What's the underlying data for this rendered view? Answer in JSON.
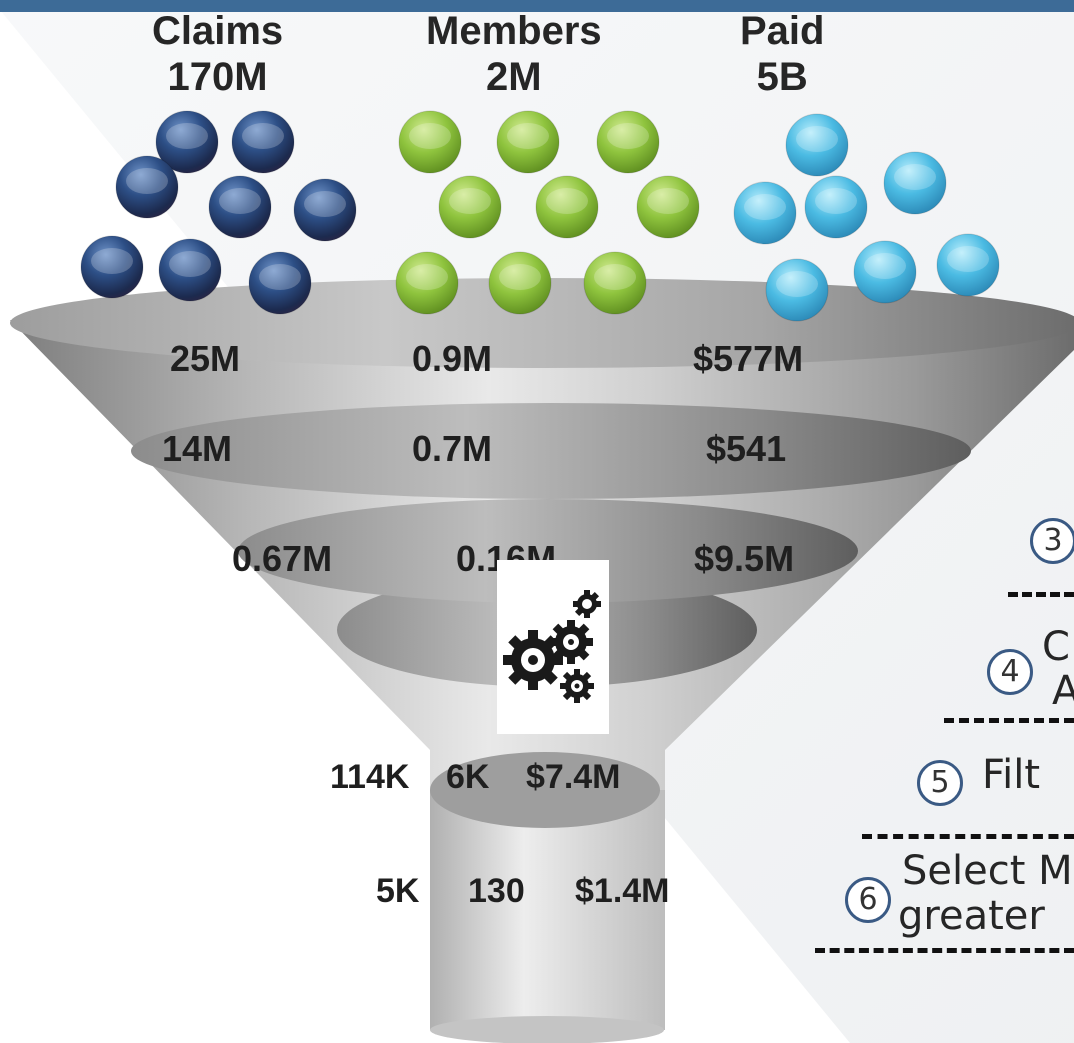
{
  "header": {
    "claims": {
      "label": "Claims",
      "value": "170M"
    },
    "members": {
      "label": "Members",
      "value": "2M"
    },
    "paid": {
      "label": "Paid",
      "value": "5B"
    }
  },
  "funnel_levels": [
    {
      "claims": "25M",
      "members": "0.9M",
      "paid": "$577M"
    },
    {
      "claims": "14M",
      "members": "0.7M",
      "paid": "$541"
    },
    {
      "claims": "0.67M",
      "members": "0.16M",
      "paid": "$9.5M"
    },
    {
      "claims": "114K",
      "members": "6K",
      "paid": "$7.4M"
    },
    {
      "claims": "5K",
      "members": "130",
      "paid": "$1.4M"
    }
  ],
  "steps": [
    {
      "number": "3",
      "line1": "",
      "line2": ""
    },
    {
      "number": "4",
      "line1": "C",
      "line2": "A"
    },
    {
      "number": "5",
      "line1": "Filt",
      "line2": ""
    },
    {
      "number": "6",
      "line1": "Select M",
      "line2": "greater"
    }
  ],
  "colors": {
    "claims_ball": "#2b4a7e",
    "members_ball": "#8cc43c",
    "paid_ball": "#45b6de",
    "top_bar": "#3d6b97"
  },
  "icons": {
    "process": "gears-icon"
  }
}
